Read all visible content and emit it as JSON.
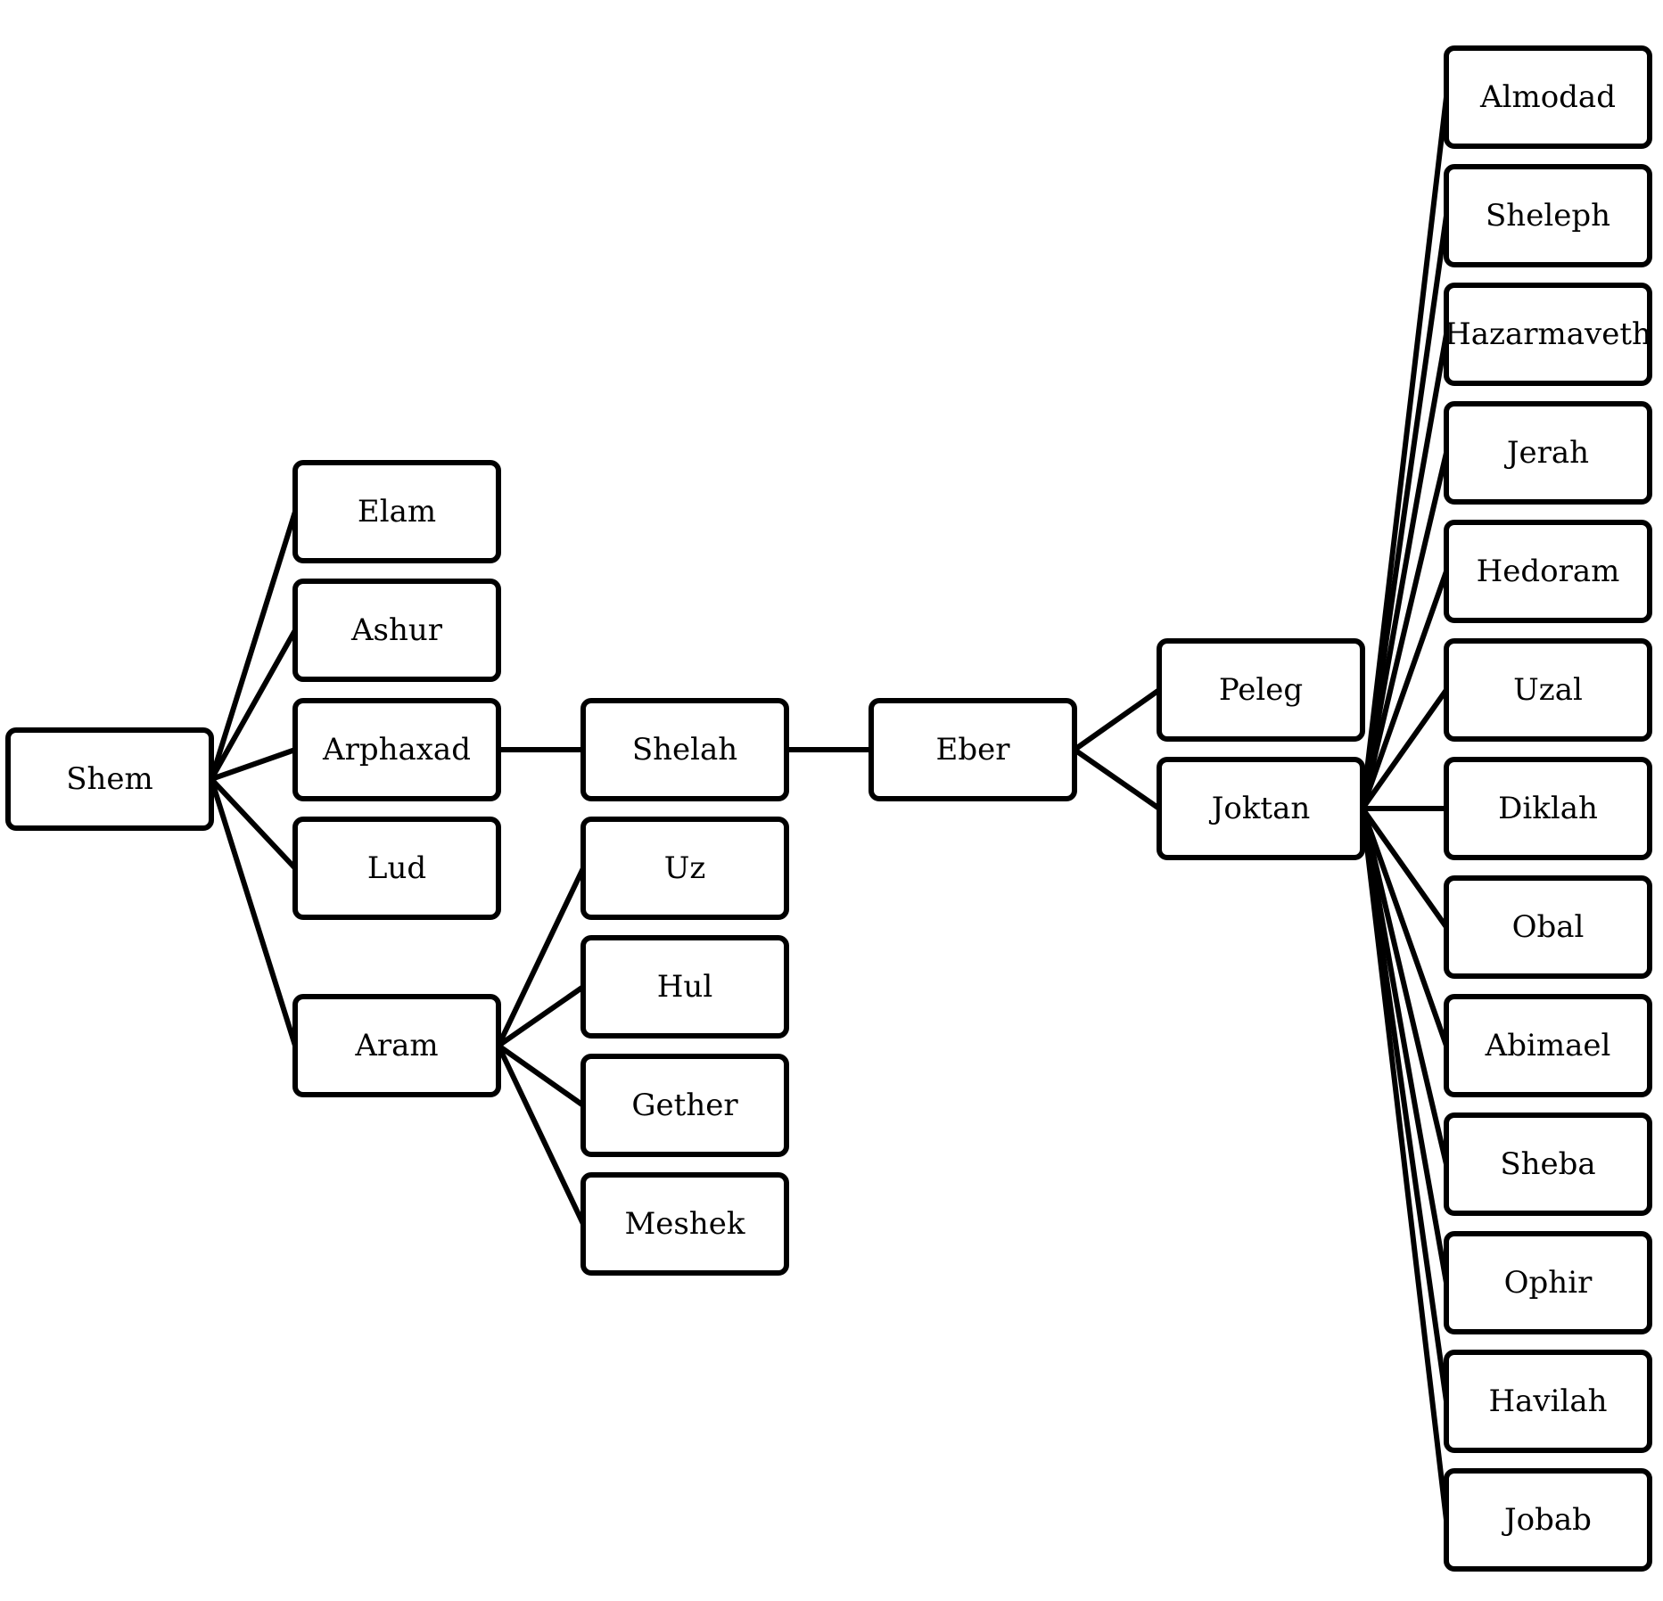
{
  "nodes": [
    {
      "id": "shem",
      "label": "Shem"
    },
    {
      "id": "elam",
      "label": "Elam"
    },
    {
      "id": "ashur",
      "label": "Ashur"
    },
    {
      "id": "arphaxad",
      "label": "Arphaxad"
    },
    {
      "id": "lud",
      "label": "Lud"
    },
    {
      "id": "aram",
      "label": "Aram"
    },
    {
      "id": "shelah",
      "label": "Shelah"
    },
    {
      "id": "uz",
      "label": "Uz"
    },
    {
      "id": "hul",
      "label": "Hul"
    },
    {
      "id": "gether",
      "label": "Gether"
    },
    {
      "id": "meshek",
      "label": "Meshek"
    },
    {
      "id": "eber",
      "label": "Eber"
    },
    {
      "id": "peleg",
      "label": "Peleg"
    },
    {
      "id": "joktan",
      "label": "Joktan"
    },
    {
      "id": "almodad",
      "label": "Almodad"
    },
    {
      "id": "sheleph",
      "label": "Sheleph"
    },
    {
      "id": "hazarmaveth",
      "label": "Hazarmaveth"
    },
    {
      "id": "jerah",
      "label": "Jerah"
    },
    {
      "id": "hedoram",
      "label": "Hedoram"
    },
    {
      "id": "uzal",
      "label": "Uzal"
    },
    {
      "id": "diklah",
      "label": "Diklah"
    },
    {
      "id": "obal",
      "label": "Obal"
    },
    {
      "id": "abimael",
      "label": "Abimael"
    },
    {
      "id": "sheba",
      "label": "Sheba"
    },
    {
      "id": "ophir",
      "label": "Ophir"
    },
    {
      "id": "havilah",
      "label": "Havilah"
    },
    {
      "id": "jobab",
      "label": "Jobab"
    }
  ],
  "edges": [
    [
      "shem",
      "elam"
    ],
    [
      "shem",
      "ashur"
    ],
    [
      "shem",
      "arphaxad"
    ],
    [
      "shem",
      "lud"
    ],
    [
      "shem",
      "aram"
    ],
    [
      "arphaxad",
      "shelah"
    ],
    [
      "aram",
      "uz"
    ],
    [
      "aram",
      "hul"
    ],
    [
      "aram",
      "gether"
    ],
    [
      "aram",
      "meshek"
    ],
    [
      "shelah",
      "eber"
    ],
    [
      "eber",
      "peleg"
    ],
    [
      "eber",
      "joktan"
    ],
    [
      "joktan",
      "almodad"
    ],
    [
      "joktan",
      "sheleph"
    ],
    [
      "joktan",
      "hazarmaveth"
    ],
    [
      "joktan",
      "jerah"
    ],
    [
      "joktan",
      "hedoram"
    ],
    [
      "joktan",
      "uzal"
    ],
    [
      "joktan",
      "diklah"
    ],
    [
      "joktan",
      "obal"
    ],
    [
      "joktan",
      "abimael"
    ],
    [
      "joktan",
      "sheba"
    ],
    [
      "joktan",
      "ophir"
    ],
    [
      "joktan",
      "havilah"
    ],
    [
      "joktan",
      "jobab"
    ]
  ]
}
